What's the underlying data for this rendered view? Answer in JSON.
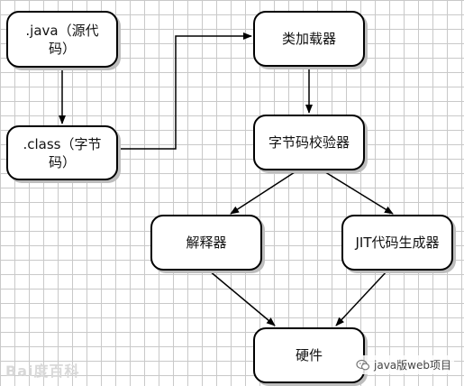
{
  "nodes": {
    "java_source": ".java（源代码）",
    "class_bytecode": ".class（字节码）",
    "class_loader": "类加载器",
    "bytecode_verifier": "字节码校验器",
    "interpreter": "解释器",
    "jit_generator": "JIT代码生成器",
    "hardware": "硬件"
  },
  "watermark": "Bai度百科",
  "footer": {
    "label": "java版web项目",
    "icon": "wechat-icon"
  },
  "colors": {
    "stroke": "#000000",
    "grid": "#c9c9c9"
  }
}
